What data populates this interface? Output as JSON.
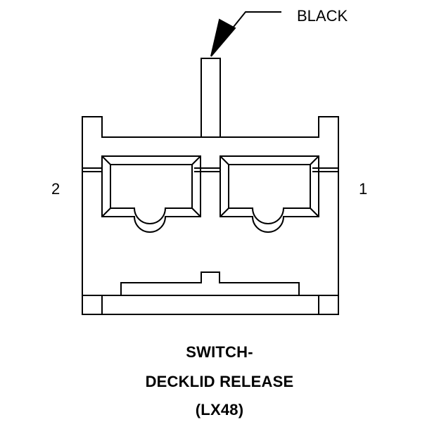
{
  "wire": {
    "color_label": "BLACK"
  },
  "pins": {
    "left": "2",
    "right": "1"
  },
  "caption": {
    "line1": "SWITCH-",
    "line2": "DECKLID RELEASE",
    "line3": "(LX48)"
  }
}
